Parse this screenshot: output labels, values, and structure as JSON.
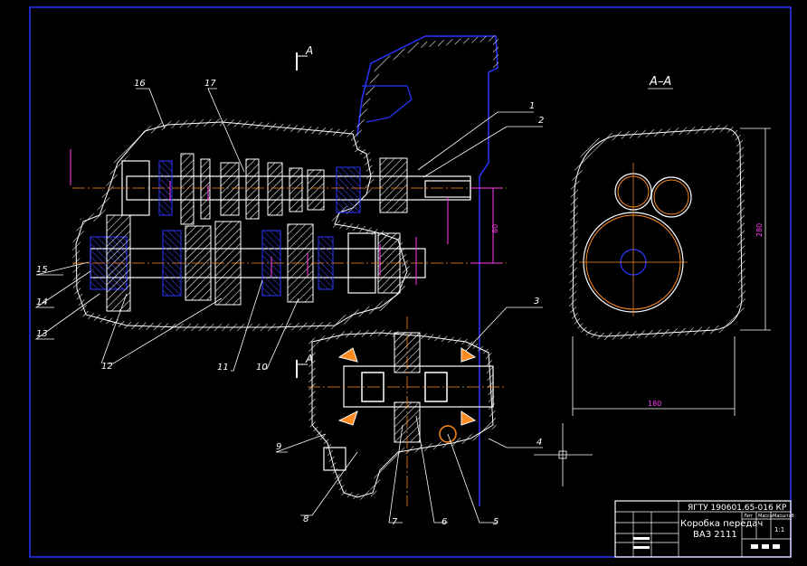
{
  "drawing": {
    "colors": {
      "background": "#000000",
      "frame": "#2a36ff",
      "outline": "#ffffff",
      "hatch": "#ffffff",
      "dimension": "#ff3df0",
      "centerline": "#ff8a1f",
      "shaft": "#2a36ff"
    },
    "section_marks": {
      "top": "A",
      "bottom": "A"
    },
    "view_title": "А–А",
    "leaders": [
      "1",
      "2",
      "3",
      "4",
      "5",
      "6",
      "7",
      "8",
      "9",
      "10",
      "11",
      "12",
      "13",
      "14",
      "15",
      "16",
      "17"
    ],
    "dimensions": {
      "view_height": "280",
      "view_width": "180",
      "center_distance": "80"
    }
  },
  "title_block": {
    "code": "ЯГТУ 190601.65-016 КР",
    "title_line1": "Коробка передач",
    "title_line2": "ВАЗ 2111",
    "scale": "1:1",
    "headers": {
      "lit": "Лит",
      "mass": "Масса",
      "scale": "Масштаб"
    }
  }
}
